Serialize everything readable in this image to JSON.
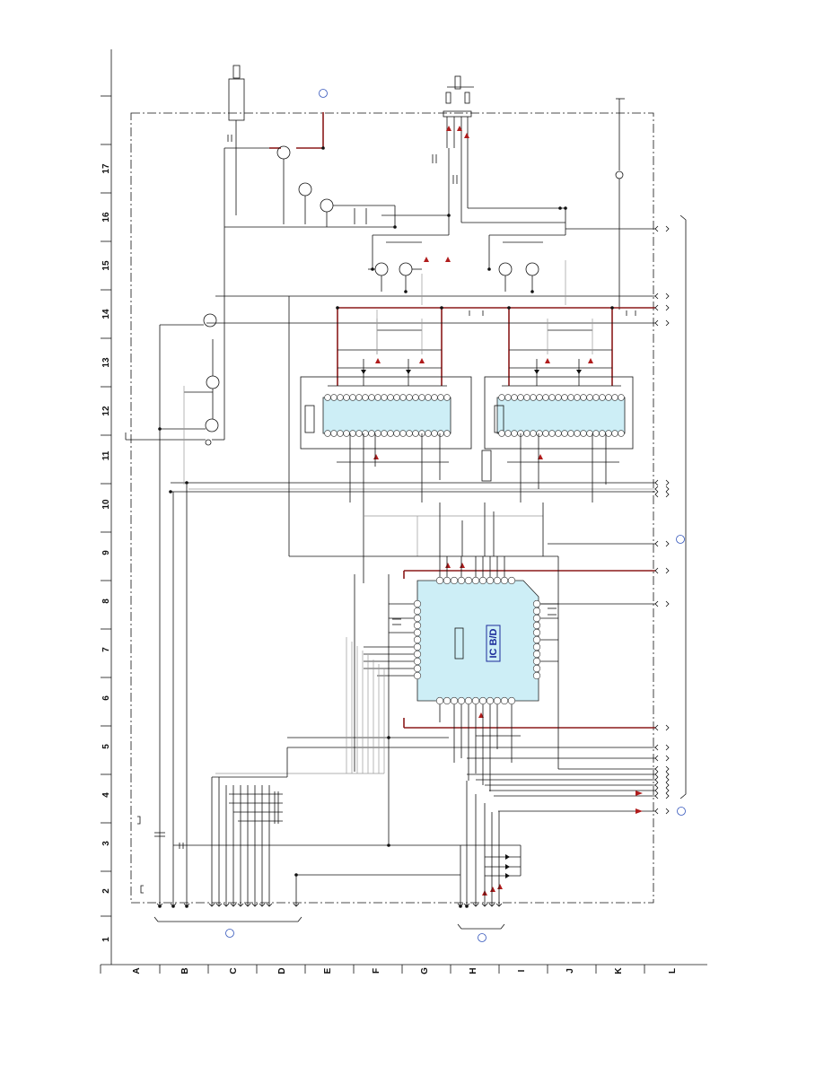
{
  "grid": {
    "row_labels": [
      "A",
      "B",
      "C",
      "D",
      "E",
      "F",
      "G",
      "H",
      "I",
      "J",
      "K",
      "L"
    ],
    "column_labels": [
      "1",
      "2",
      "3",
      "4",
      "5",
      "6",
      "7",
      "8",
      "9",
      "10",
      "11",
      "12",
      "13",
      "14",
      "15",
      "16",
      "17"
    ]
  },
  "main_ic": {
    "label": "IC B/D"
  },
  "colors": {
    "ic_fill": "#cdeef6",
    "ic_label": "#1a2a9a",
    "power_trace": "#8b1a1a",
    "arrow": "#b01c1c",
    "wire": "#111111",
    "signal_gray": "#999999"
  }
}
